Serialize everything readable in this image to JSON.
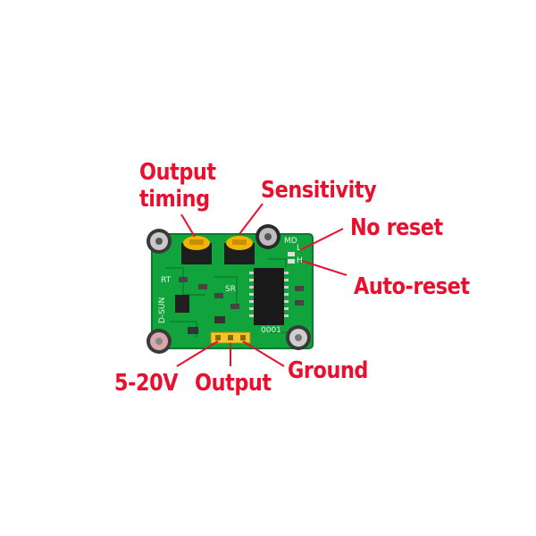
{
  "labels": {
    "output_timing_line1": "Output",
    "output_timing_line2": "timing",
    "sensitivity": "Sensitivity",
    "no_reset": "No reset",
    "auto_reset": "Auto-reset",
    "v5_20": "5-20V",
    "output": "Output",
    "ground": "Ground"
  },
  "board": {
    "silk_md": "MD",
    "silk_l": "L",
    "silk_h": "H",
    "silk_rt": "RT",
    "silk_sr": "SR",
    "silk_brand": "D-SUN",
    "silk_code": "0001"
  },
  "colors": {
    "label": "#e8102e",
    "pcb": "#11a33c",
    "pcb_dark": "#0a7a2c",
    "trimmer": "#f2b400",
    "header": "#f3c62a"
  }
}
